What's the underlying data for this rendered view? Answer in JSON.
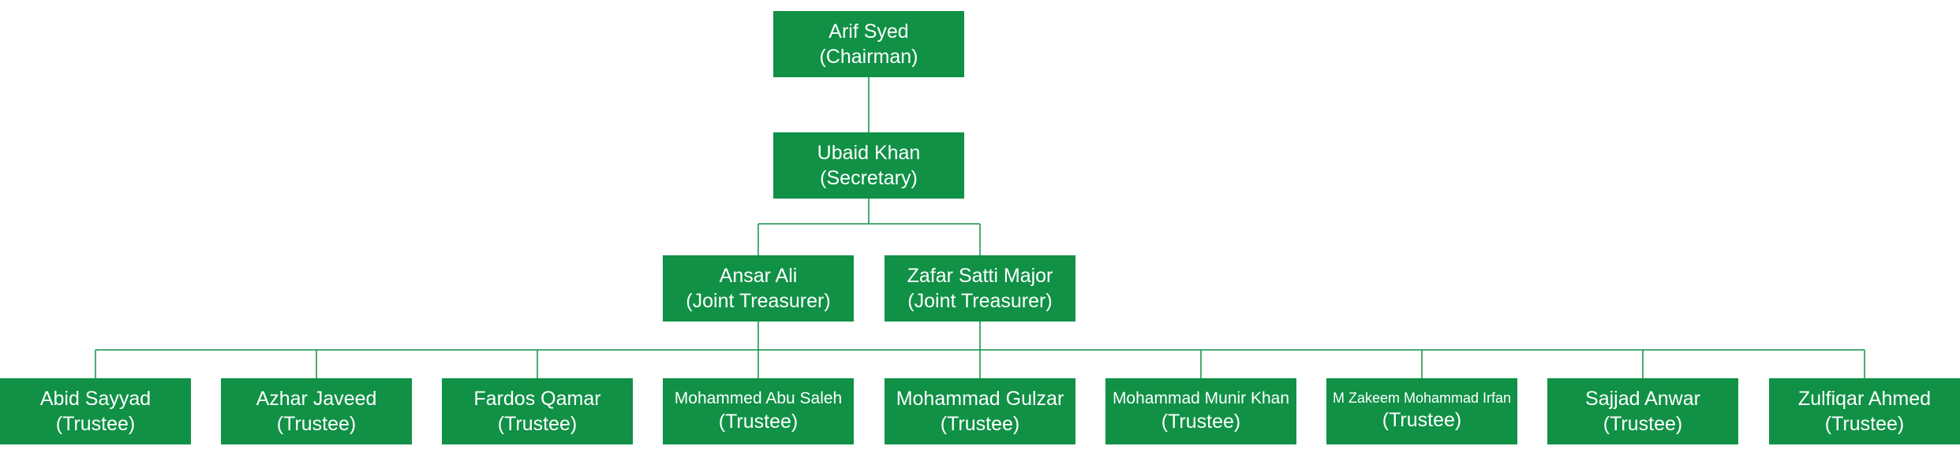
{
  "nodes": [
    {
      "id": "chairman",
      "name": "Arif Syed",
      "role": "(Chairman)"
    },
    {
      "id": "secretary",
      "name": "Ubaid Khan",
      "role": "(Secretary)"
    },
    {
      "id": "treasurer-1",
      "name": "Ansar Ali",
      "role": "(Joint Treasurer)"
    },
    {
      "id": "treasurer-2",
      "name": "Zafar Satti Major",
      "role": "(Joint Treasurer)"
    },
    {
      "id": "trustee-1",
      "name": "Abid Sayyad",
      "role": "(Trustee)"
    },
    {
      "id": "trustee-2",
      "name": "Azhar Javeed",
      "role": "(Trustee)"
    },
    {
      "id": "trustee-3",
      "name": "Fardos Qamar",
      "role": "(Trustee)"
    },
    {
      "id": "trustee-4",
      "name": "Mohammed Abu Saleh",
      "role": "(Trustee)"
    },
    {
      "id": "trustee-5",
      "name": "Mohammad Gulzar",
      "role": "(Trustee)"
    },
    {
      "id": "trustee-6",
      "name": "Mohammad Munir Khan",
      "role": "(Trustee)"
    },
    {
      "id": "trustee-7",
      "name": "M Zakeem Mohammad Irfan",
      "role": "(Trustee)"
    },
    {
      "id": "trustee-8",
      "name": "Sajjad Anwar",
      "role": "(Trustee)"
    },
    {
      "id": "trustee-9",
      "name": "Zulfiqar Ahmed",
      "role": "(Trustee)"
    }
  ]
}
